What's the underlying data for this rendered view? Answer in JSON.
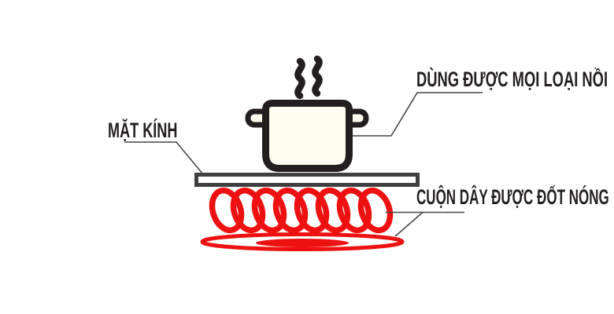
{
  "colors": {
    "background": "#ffffff",
    "ink": "#231f20",
    "heat_red": "#ee1111",
    "plate_border": "#3f3f3f",
    "pot_fill": "#fdfcee",
    "leader_line": "#454545"
  },
  "labels": {
    "glass_surface": "MẶT KÍNH",
    "all_pots": "DÙNG ĐƯỢC MỌI LOẠI NỒI",
    "heated_coil": "CUỘN DÂY ĐƯỢC ĐỐT NÓNG"
  }
}
